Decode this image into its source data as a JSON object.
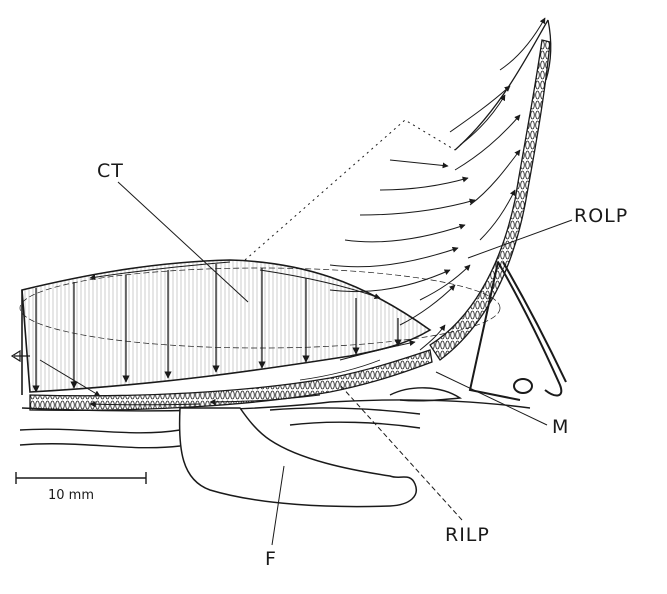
{
  "labels": {
    "ct": "CT",
    "rolp": "ROLP",
    "m": "M",
    "rilp": "RILP",
    "f": "F"
  },
  "scale_bar": {
    "text": "10 mm"
  },
  "colors": {
    "ink": "#1a1a1a",
    "paper": "#ffffff"
  }
}
